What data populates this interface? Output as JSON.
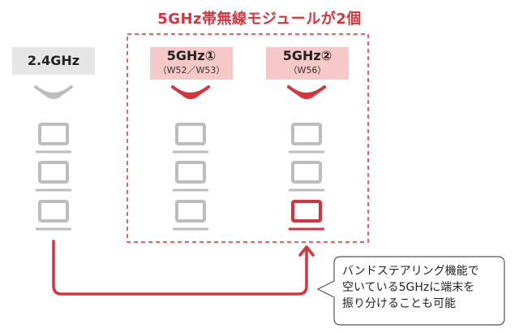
{
  "title": "5GHz帯無線モジュールが2個",
  "bands": [
    {
      "label": "2.4GHz",
      "sub": ""
    },
    {
      "label": "5GHz①",
      "sub": "（W52／W53）"
    },
    {
      "label": "5GHz②",
      "sub": "（W56）"
    }
  ],
  "callout": {
    "lines": [
      "バンドステアリング機能で",
      "空いている5GHzに端末を",
      "振り分けることも可能"
    ]
  },
  "colors": {
    "accent": "#d5343f",
    "gray": "#bdbdbd",
    "label_gray_bg": "#e6e6e6",
    "label_pink_bg": "#f6c8c8"
  }
}
